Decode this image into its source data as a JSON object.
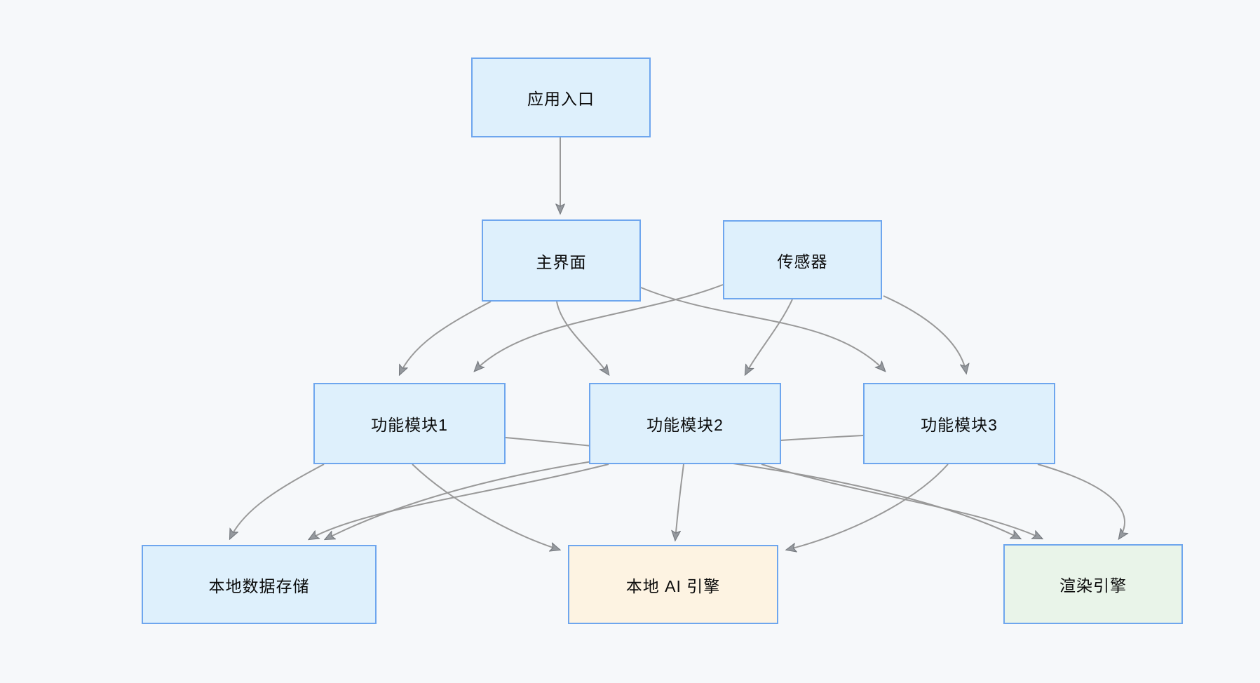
{
  "diagram": {
    "colors": {
      "background": "#f6f8fa",
      "node_border": "#6ea6ee",
      "node_fill_blue": "#def0fc",
      "node_fill_cream": "#fdf3e2",
      "node_fill_green": "#e9f4e9",
      "edge": "#999999",
      "arrowhead": "#95999e",
      "text": "#0b0b0b"
    },
    "nodes": [
      {
        "id": "entry",
        "label": "应用入口",
        "fill": "#def0fc"
      },
      {
        "id": "main",
        "label": "主界面",
        "fill": "#def0fc"
      },
      {
        "id": "sensor",
        "label": "传感器",
        "fill": "#def0fc"
      },
      {
        "id": "mod1",
        "label": "功能模块1",
        "fill": "#def0fc"
      },
      {
        "id": "mod2",
        "label": "功能模块2",
        "fill": "#def0fc"
      },
      {
        "id": "mod3",
        "label": "功能模块3",
        "fill": "#def0fc"
      },
      {
        "id": "storage",
        "label": "本地数据存储",
        "fill": "#def0fc"
      },
      {
        "id": "ai",
        "label": "本地 AI 引擎",
        "fill": "#fdf3e2"
      },
      {
        "id": "render",
        "label": "渲染引擎",
        "fill": "#e9f4e9"
      }
    ],
    "edges": [
      {
        "from": "entry",
        "to": "main"
      },
      {
        "from": "main",
        "to": "mod1"
      },
      {
        "from": "main",
        "to": "mod2"
      },
      {
        "from": "main",
        "to": "mod3"
      },
      {
        "from": "sensor",
        "to": "mod1"
      },
      {
        "from": "sensor",
        "to": "mod2"
      },
      {
        "from": "sensor",
        "to": "mod3"
      },
      {
        "from": "mod1",
        "to": "storage"
      },
      {
        "from": "mod2",
        "to": "storage"
      },
      {
        "from": "mod3",
        "to": "storage"
      },
      {
        "from": "mod1",
        "to": "ai"
      },
      {
        "from": "mod2",
        "to": "ai"
      },
      {
        "from": "mod3",
        "to": "ai"
      },
      {
        "from": "mod1",
        "to": "render"
      },
      {
        "from": "mod2",
        "to": "render"
      },
      {
        "from": "mod3",
        "to": "render"
      }
    ]
  }
}
